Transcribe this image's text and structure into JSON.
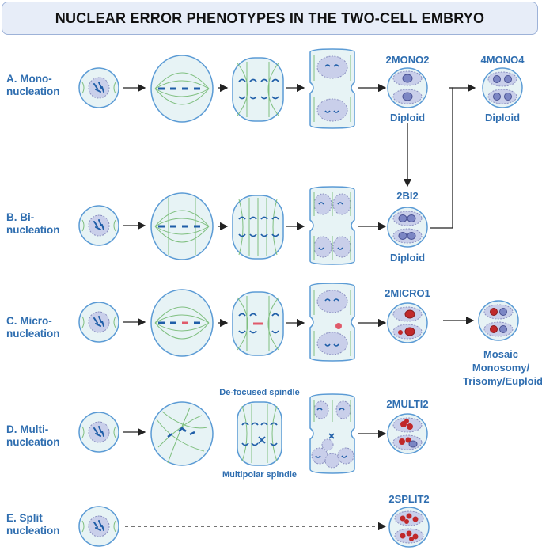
{
  "title": "NUCLEAR ERROR PHENOTYPES IN THE TWO-CELL EMBRYO",
  "rows": [
    {
      "line1": "A. Mono-",
      "line2": "nucleation"
    },
    {
      "line1": "B. Bi-",
      "line2": "nucleation"
    },
    {
      "line1": "C. Micro-",
      "line2": "nucleation"
    },
    {
      "line1": "D. Multi-",
      "line2": "nucleation"
    },
    {
      "line1": "E. Split",
      "line2": "nucleation"
    }
  ],
  "phenotypes": {
    "mono2": "2MONO2",
    "mono4": "4MONO4",
    "bi2": "2BI2",
    "micro1": "2MICRO1",
    "multi2": "2MULTI2",
    "split2": "2SPLIT2"
  },
  "outcomes": {
    "mono2": "Diploid",
    "mono4": "Diploid",
    "bi2": "Diploid",
    "micro_1": "Mosaic",
    "micro_2": "Monosomy/",
    "micro_3": "Trisomy/Euploid"
  },
  "spindle_labels": {
    "defocused": "De-focused spindle",
    "multipolar": "Multipolar spindle"
  },
  "colors": {
    "cell_fill": "#e7f3f5",
    "cell_stroke": "#5b9bd5",
    "nucleus_fill": "#c9cfea",
    "chromosome": "#1f5ea8",
    "spindle": "#7fbf7f",
    "micronucleus": "#c0282a",
    "label_blue": "#2f6eb0"
  }
}
